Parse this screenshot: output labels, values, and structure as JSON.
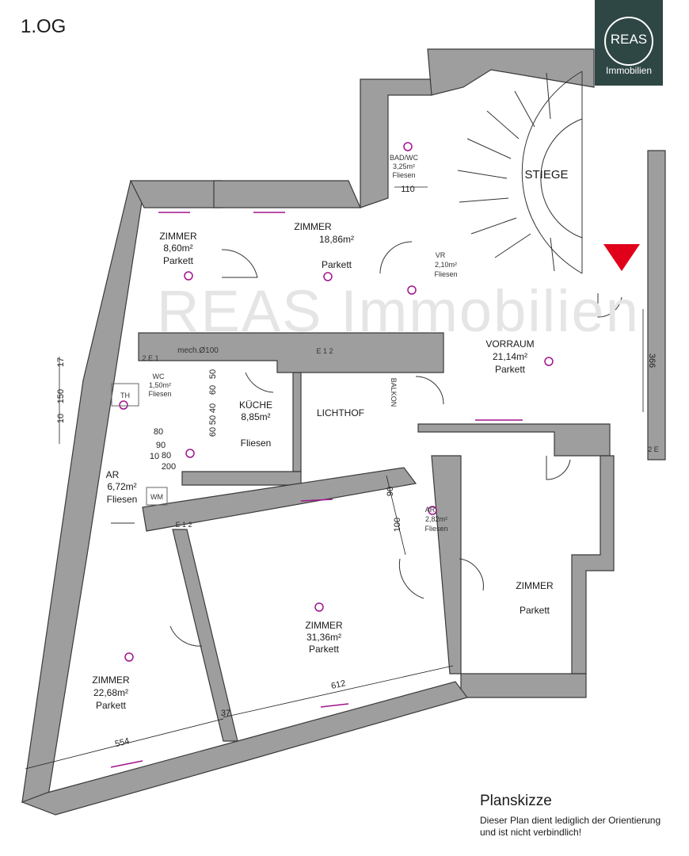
{
  "floor": "1.OG",
  "logo": {
    "title": "REAS",
    "subtitle": "Immobilien"
  },
  "watermark": "REAS Immobilien",
  "note": {
    "title": "Planskizze",
    "line1": "Dieser Plan dient lediglich der Orientierung",
    "line2": "und ist nicht verbindlich!"
  },
  "rooms": {
    "zimmer1": {
      "name": "ZIMMER",
      "area": "8,60m²",
      "floor": "Parkett"
    },
    "zimmer2": {
      "name": "ZIMMER",
      "area": "18,86m²",
      "floor": "Parkett"
    },
    "bad": {
      "name": "BAD/WC",
      "area": "3,25m²",
      "floor": "Fliesen"
    },
    "stiege": {
      "name": "STIEGE"
    },
    "vr": {
      "name": "VR",
      "area": "2,10m²",
      "floor": "Fliesen"
    },
    "vorraum": {
      "name": "VORRAUM",
      "area": "21,14m²",
      "floor": "Parkett"
    },
    "wc": {
      "name": "WC",
      "area": "1,50m²",
      "floor": "Fliesen"
    },
    "kueche": {
      "name": "KÜCHE",
      "area": "8,85m²",
      "floor": "Fliesen"
    },
    "lichthof": {
      "name": "LICHTHOF"
    },
    "balkon": {
      "name": "BALKON"
    },
    "ar1": {
      "name": "AR",
      "area": "6,72m²",
      "floor": "Fliesen"
    },
    "ar2": {
      "name": "AR",
      "area": "2,82m²",
      "floor": "Fliesen"
    },
    "zimmer3": {
      "name": "ZIMMER",
      "floor": "Parkett"
    },
    "zimmer4": {
      "name": "ZIMMER",
      "area": "31,36m²",
      "floor": "Parkett"
    },
    "zimmer5": {
      "name": "ZIMMER",
      "area": "22,68m²",
      "floor": "Parkett"
    }
  },
  "labels": {
    "th": "TH",
    "wm": "WM",
    "mech": "mech.Ø100",
    "sockets1": "2 E 1",
    "sockets2": "E 1 2",
    "sockets3": "E 1 2",
    "sockets4": "2 E"
  },
  "dims": {
    "d110": "110",
    "d366": "366",
    "d17": "17",
    "d150": "150",
    "d10": "10",
    "d90": "90",
    "d100": "100",
    "d612": "612",
    "d554": "554",
    "d37": "37",
    "d200": "200",
    "d60a": "60",
    "d40": "40",
    "d60b": "60",
    "d50a": "50",
    "d50b": "50",
    "d80a": "80",
    "d90b": "90",
    "d80b": "80",
    "d10b": "10"
  },
  "colors": {
    "wall": "#9e9e9e",
    "wall_edge": "#3a3a3a",
    "electric": "#a0148c",
    "marker": "#e0001a",
    "logo_bg": "#2f4744"
  }
}
